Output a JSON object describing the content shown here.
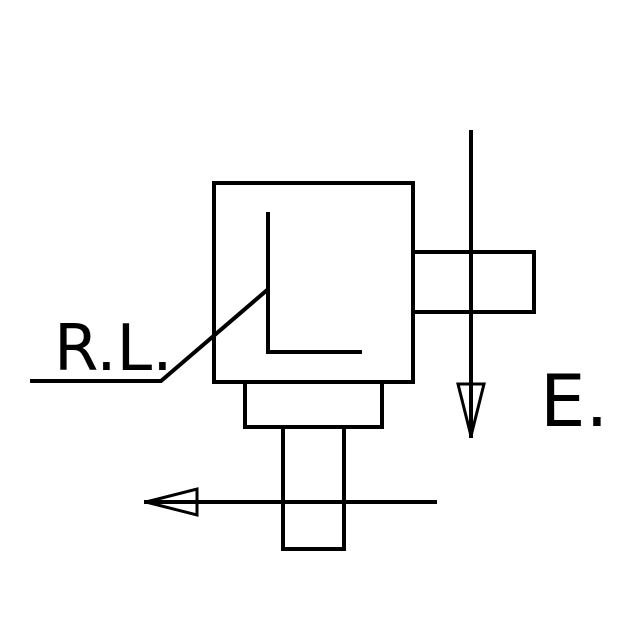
{
  "diagram": {
    "main_letter": "L",
    "left_label": "R.L.",
    "right_label": "E."
  },
  "colors": {
    "line": "#000000",
    "background": "#ffffff"
  }
}
